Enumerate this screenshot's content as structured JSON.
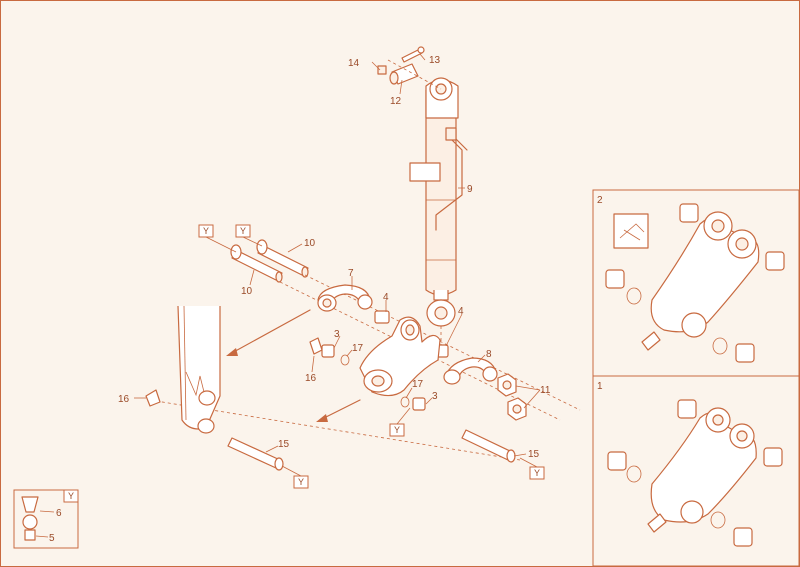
{
  "callouts": {
    "n1": "1",
    "n2": "2",
    "n3": "3",
    "n4": "4",
    "n5": "5",
    "n6": "6",
    "n7": "7",
    "n8": "8",
    "n9": "9",
    "n10": "10",
    "n11": "11",
    "n12": "12",
    "n13": "13",
    "n14": "14",
    "n15": "15",
    "n16": "16",
    "n17": "17"
  },
  "y_marker": "Y",
  "colors": {
    "line": "#c86a40",
    "text": "#9a4a28",
    "background": "#fbf4ec"
  }
}
